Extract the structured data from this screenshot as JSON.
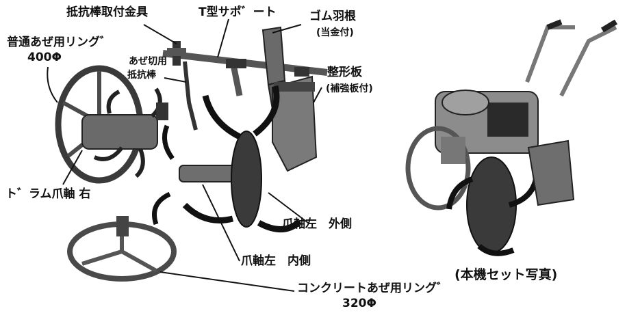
{
  "labels": {
    "resistance_bar_bracket": "抵抗棒取付金具",
    "t_support": "T型サポ゛ート",
    "rubber_wing": "ゴム羽根",
    "rubber_wing_note": "(当金付)",
    "normal_ring": "普通あぜ用リング゛",
    "normal_ring_size": "400Φ",
    "ridge_cut_bar_1": "あぜ切用",
    "ridge_cut_bar_2": "抵抗棒",
    "shaping_plate": "整形板",
    "shaping_plate_note": "(補強板付)",
    "drum_claw_right": "ト゛ラム爪軸 右",
    "claw_left_outer": "爪軸左　外側",
    "claw_left_inner": "爪軸左　内側",
    "concrete_ring": "コンクリートあぜ用リング゛",
    "concrete_ring_size": "320Φ",
    "machine_photo_caption": "(本機セット写真)"
  },
  "colors": {
    "metal": "#555555",
    "dark_metal": "#2a2a2a",
    "light_metal": "#9a9a9a",
    "engine_body": "#8c8c8c",
    "plate": "#6e6e6e"
  }
}
